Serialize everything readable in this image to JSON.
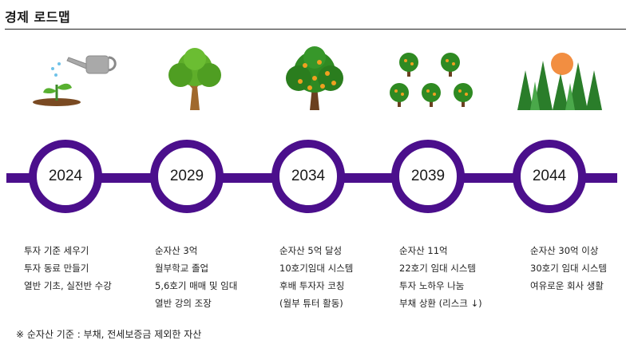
{
  "title": "경제 로드맵",
  "accent_color": "#4b0f8c",
  "milestones": [
    {
      "year": "2024",
      "icon": "seedling-watering-can-icon",
      "lines": [
        "투자 기준 세우기",
        "투자 동료 만들기",
        "열반 기초, 실전반 수강"
      ]
    },
    {
      "year": "2029",
      "icon": "young-tree-icon",
      "lines": [
        "순자산 3억",
        "월부학교 졸업",
        "5,6호기 매매 및 임대",
        "열반 강의 조장"
      ]
    },
    {
      "year": "2034",
      "icon": "fruit-tree-icon",
      "lines": [
        "순자산 5억 달성",
        "10호기임대 시스템",
        "후배 투자자 코칭",
        "(월부 튜터 활동)"
      ]
    },
    {
      "year": "2039",
      "icon": "orchard-icon",
      "lines": [
        "순자산 11억",
        "22호기 임대 시스템",
        "투자 노하우 나눔",
        "부채 상환 (리스크 ↓)"
      ]
    },
    {
      "year": "2044",
      "icon": "forest-icon",
      "lines": [
        "순자산 30억 이상",
        "30호기 임대 시스템",
        "여유로운 회사 생활"
      ]
    }
  ],
  "footnote": "※ 순자산 기준 : 부채, 전세보증금 제외한 자산"
}
